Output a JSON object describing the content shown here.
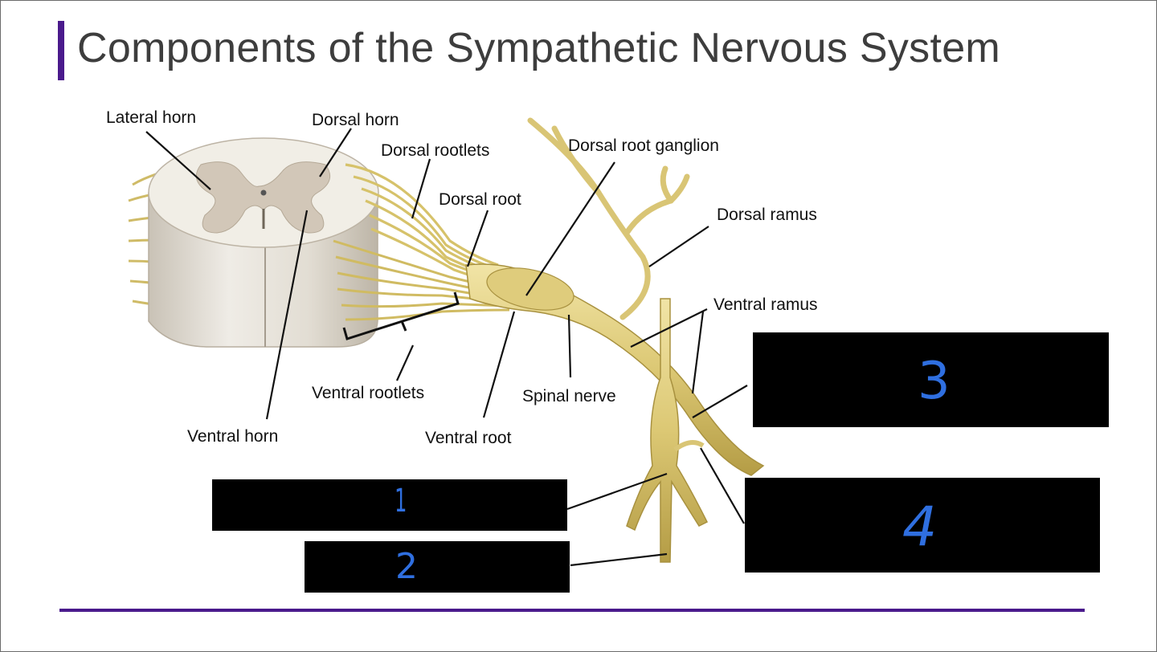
{
  "slide": {
    "title": "Components of the Sympathetic Nervous System",
    "accent_color": "#4a1a8c"
  },
  "labels": {
    "lateral_horn": "Lateral horn",
    "dorsal_horn": "Dorsal horn",
    "dorsal_rootlets": "Dorsal rootlets",
    "dorsal_root_ganglion": "Dorsal root ganglion",
    "dorsal_root": "Dorsal root",
    "dorsal_ramus": "Dorsal ramus",
    "ventral_ramus": "Ventral ramus",
    "ventral_rootlets": "Ventral rootlets",
    "spinal_nerve": "Spinal nerve",
    "ventral_horn": "Ventral horn",
    "ventral_root": "Ventral root"
  },
  "answer_boxes": [
    {
      "number": "1"
    },
    {
      "number": "2"
    },
    {
      "number": "3"
    },
    {
      "number": "4"
    }
  ],
  "colors": {
    "nerve": "#e3d38a",
    "nerve_dark": "#b9a44e",
    "cord_white": "#ece8dd",
    "cord_gray": "#cbbfb0",
    "box": "#000000",
    "handwriting": "#2f6fe0"
  }
}
